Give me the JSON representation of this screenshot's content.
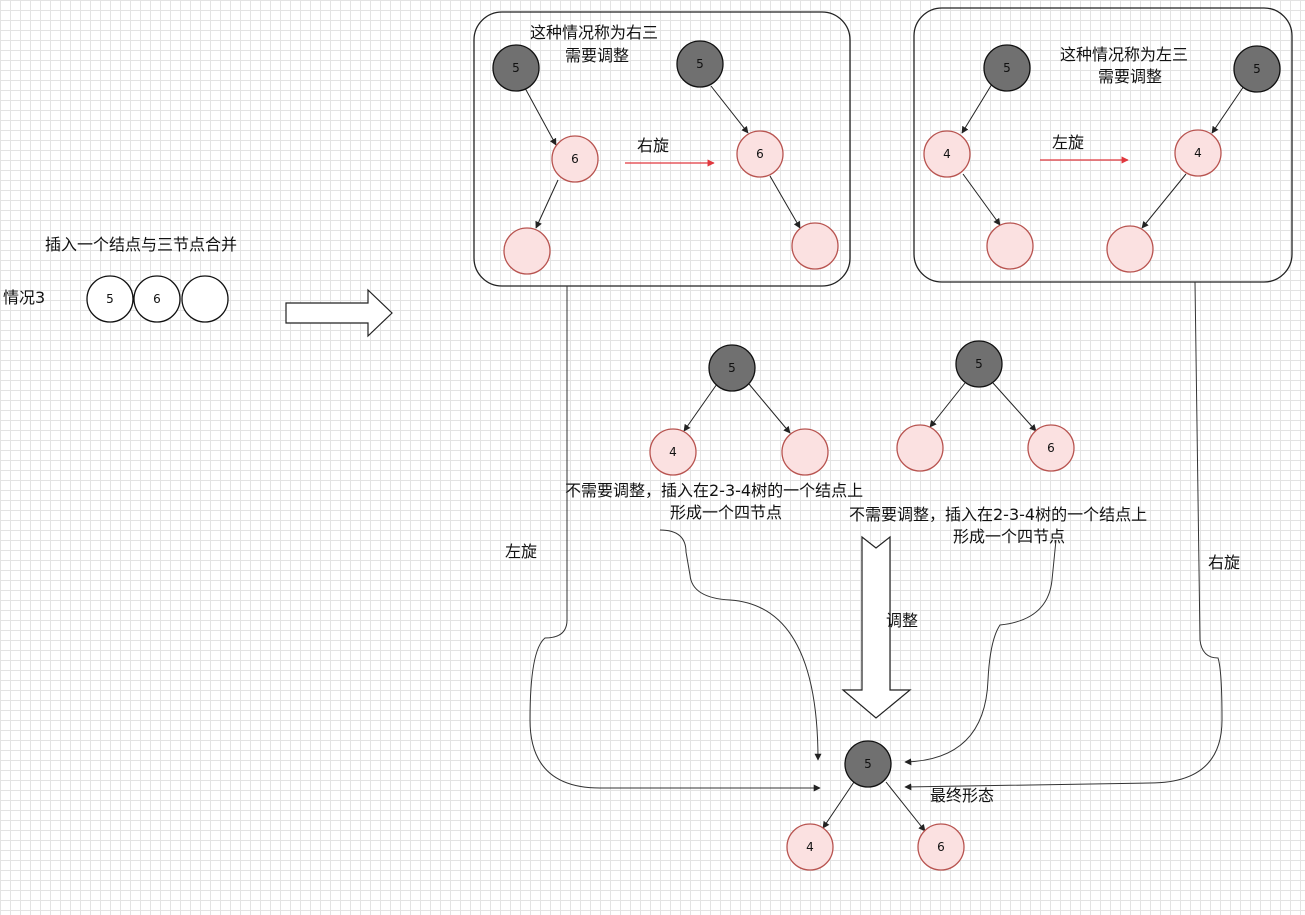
{
  "case_label": "情况3",
  "merge_label": "插入一个结点与三节点合并",
  "initial_nodes": [
    "5",
    "6",
    ""
  ],
  "right_three": {
    "title_line1": "这种情况称为右三",
    "title_line2": "需要调整",
    "before": {
      "root": "5",
      "child": "6",
      "grandchild": ""
    },
    "rotate_label": "右旋",
    "after": {
      "root": "5",
      "child": "6",
      "grandchild": ""
    }
  },
  "left_three": {
    "title_line1": "这种情况称为左三",
    "title_line2": "需要调整",
    "before": {
      "root": "5",
      "child": "4",
      "grandchild": ""
    },
    "rotate_label": "左旋",
    "after": {
      "root": "5",
      "child": "4",
      "grandchild": ""
    }
  },
  "no_adjust_left": {
    "root": "5",
    "left": "4",
    "right": "",
    "line1": "不需要调整，插入在2-3-4树的一个结点上",
    "line2": "形成一个四节点"
  },
  "no_adjust_right": {
    "root": "5",
    "left": "",
    "right": "6",
    "line1": "不需要调整，插入在2-3-4树的一个结点上",
    "line2": "形成一个四节点"
  },
  "left_side_label": "左旋",
  "right_side_label": "右旋",
  "adjust_label": "调整",
  "final": {
    "root": "5",
    "left": "4",
    "right": "6",
    "label": "最终形态"
  },
  "colors": {
    "black_node": "#707070",
    "red_node_fill": "#fbe1e1",
    "red_node_stroke": "#b85450",
    "rotate_arrow": "#e0383e"
  }
}
